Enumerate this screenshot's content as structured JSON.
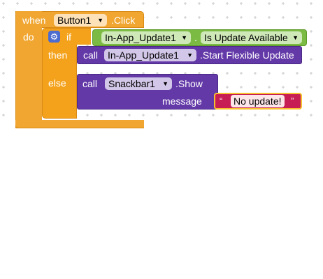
{
  "event_block": {
    "when_label": "when",
    "component": "Button1",
    "event": ".Click",
    "do_label": "do"
  },
  "if_block": {
    "if_label": "if",
    "then_label": "then",
    "else_label": "else",
    "gear_icon": "gear-icon"
  },
  "condition_block": {
    "component": "In-App_Update1",
    "dot": ".",
    "property": "Is Update Available"
  },
  "then_call": {
    "call_label": "call",
    "component": "In-App_Update1",
    "method": ".Start Flexible Update"
  },
  "else_call": {
    "call_label": "call",
    "component": "Snackbar1",
    "method": ".Show",
    "param_label": "message"
  },
  "text_block": {
    "open_quote": "“",
    "value": "No update!",
    "close_quote": "”"
  },
  "colors": {
    "control_orange": "#f4a21b",
    "event_orange": "#f0a630",
    "green_getter": "#7cbb43",
    "purple_method": "#6339a8",
    "text_red": "#c61d54"
  }
}
